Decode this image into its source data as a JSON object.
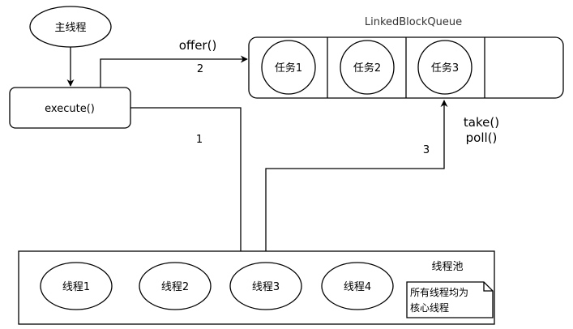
{
  "main_thread": {
    "label": "主线程"
  },
  "execute": {
    "label": "execute()"
  },
  "queue": {
    "title": "LinkedBlockQueue",
    "tasks": [
      "任务1",
      "任务2",
      "任务3"
    ]
  },
  "edges": {
    "offer": {
      "label": "offer()",
      "step": "2"
    },
    "submit": {
      "step": "1"
    },
    "fetch": {
      "step": "3",
      "label_take": "take()",
      "label_poll": "poll()"
    }
  },
  "pool": {
    "title": "线程池",
    "threads": [
      "线程1",
      "线程2",
      "线程3",
      "线程4"
    ],
    "note_line1": "所有线程均为",
    "note_line2": "核心线程"
  }
}
